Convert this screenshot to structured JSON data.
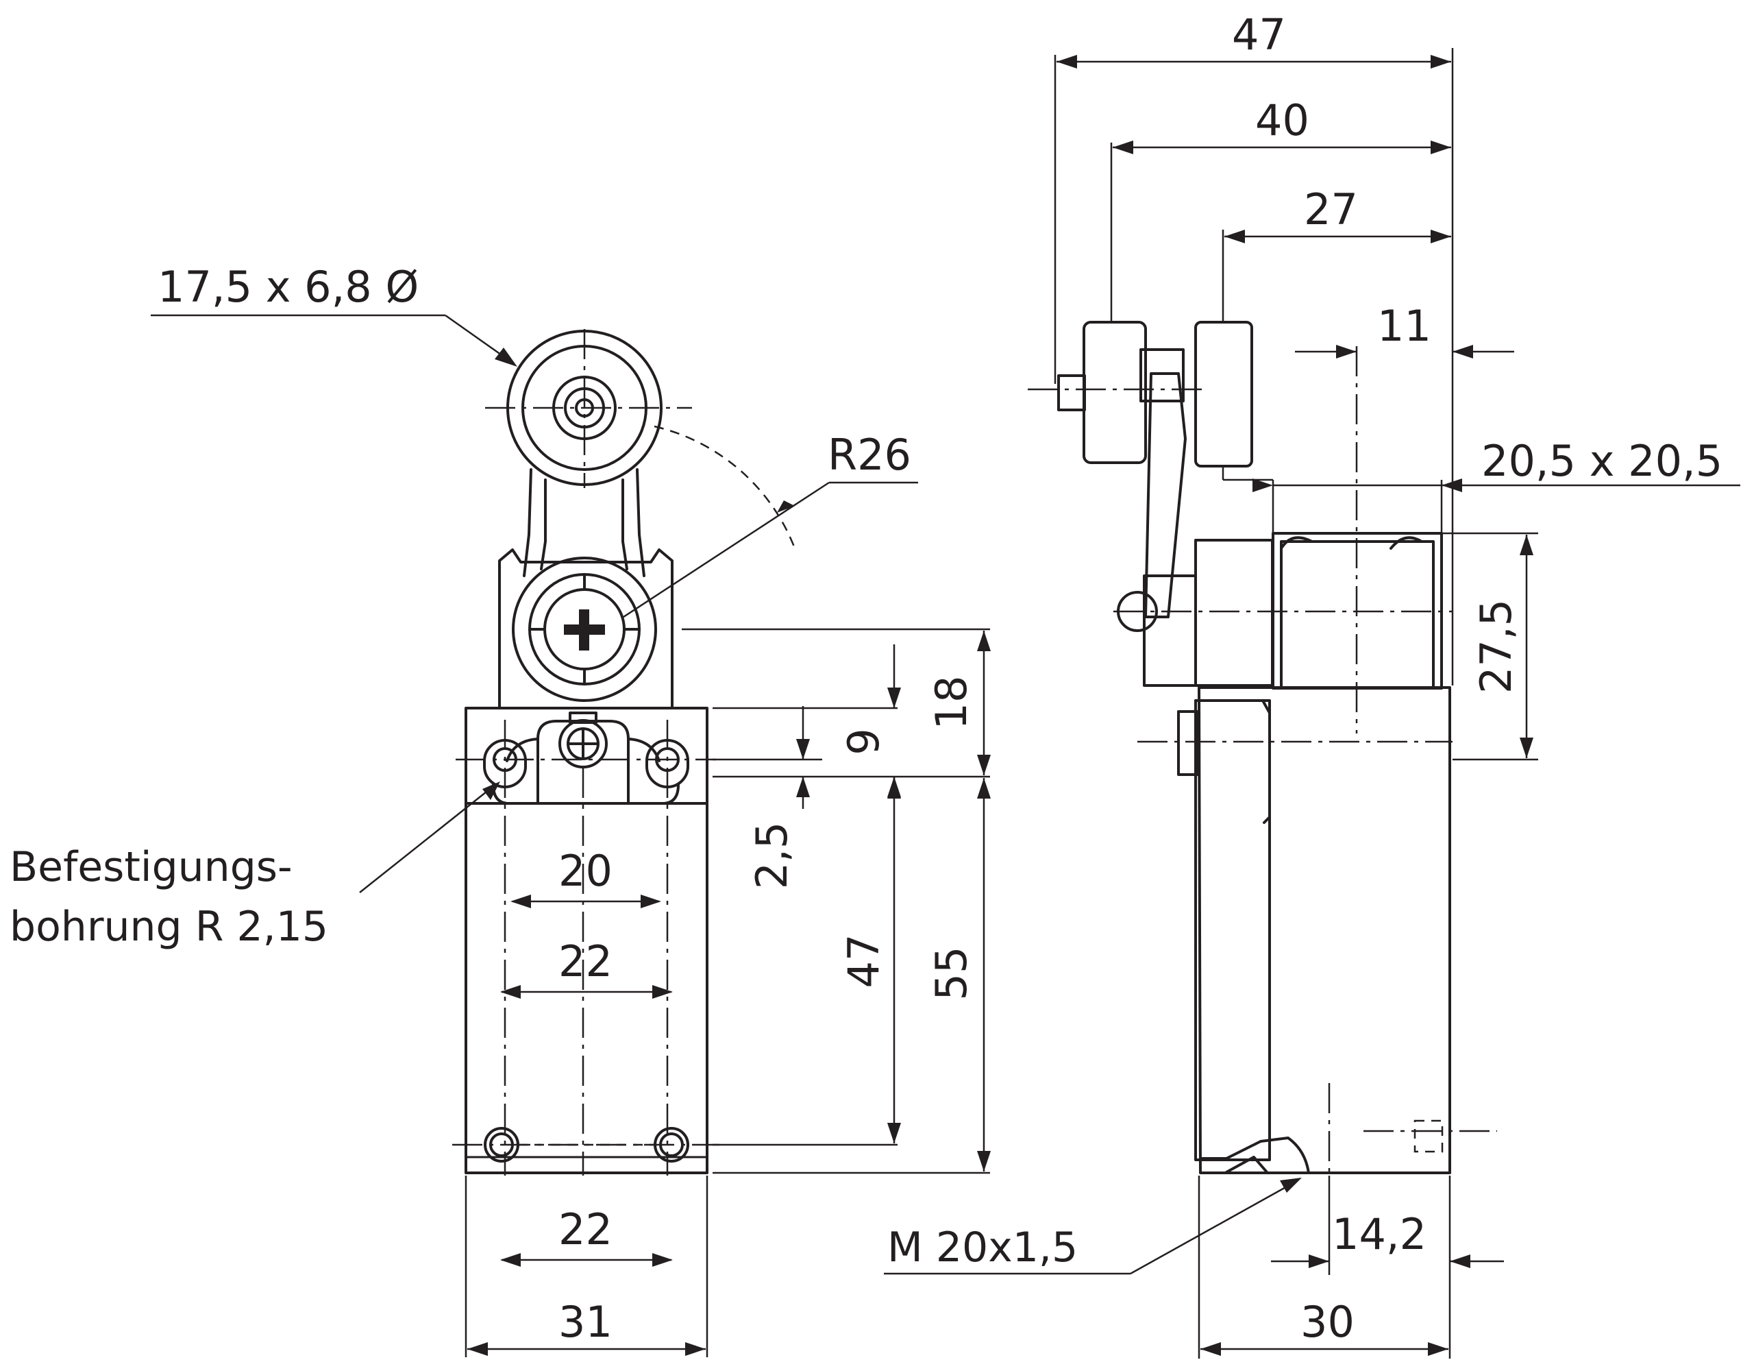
{
  "colors": {
    "ink": "#231f20",
    "background": "#ffffff"
  },
  "dimensions": {
    "roller_size": "17,5 x 6,8 Ø",
    "lever_radius": "R26",
    "front_hole_spacing_inner": "20",
    "front_hole_spacing_outer": "22",
    "front_bottom_hole_spacing": "22",
    "front_width": "31",
    "dim_2_5": "2,5",
    "dim_9": "9",
    "dim_18": "18",
    "dim_47_vertical": "47",
    "dim_55": "55",
    "side_overall_47": "47",
    "side_40": "40",
    "side_27": "27",
    "side_11": "11",
    "head_square": "20,5 x 20,5",
    "head_height": "27,5",
    "side_14_2": "14,2",
    "side_width": "30"
  },
  "labels": {
    "mounting_hole_line1": "Befestigungs-",
    "mounting_hole_line2": "bohrung R 2,15",
    "thread": "M 20x1,5"
  }
}
